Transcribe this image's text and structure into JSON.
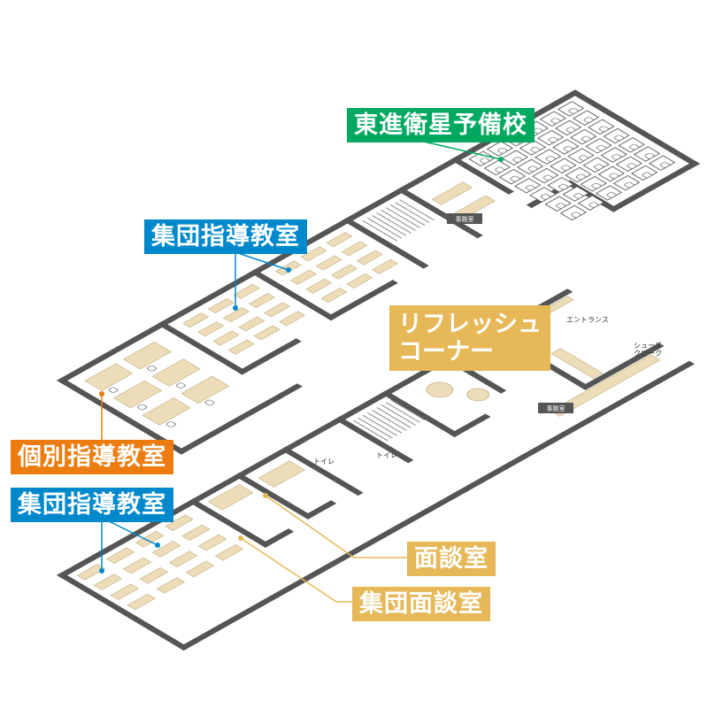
{
  "colors": {
    "green": "#00a95f",
    "blue": "#0088cc",
    "orange": "#ec7c0f",
    "gold": "#e6b858",
    "wall": "#555555",
    "desk": "#ecdcb8"
  },
  "labels": {
    "toshin": "東進衛星予備校",
    "group_upper": "集団指導教室",
    "individual": "個別指導教室",
    "group_lower": "集団指導教室",
    "refresh_1": "リフレッシュ",
    "refresh_2": "コーナー",
    "interview": "面談室",
    "group_interview": "集団面談室"
  },
  "small_labels": {
    "office_upper": "事務室",
    "office_lower": "事務室",
    "entrance": "エントランス",
    "shoes_1": "シューズ",
    "shoes_2": "クローク",
    "toilet_1": "トイレ",
    "toilet_2": "トイレ"
  }
}
